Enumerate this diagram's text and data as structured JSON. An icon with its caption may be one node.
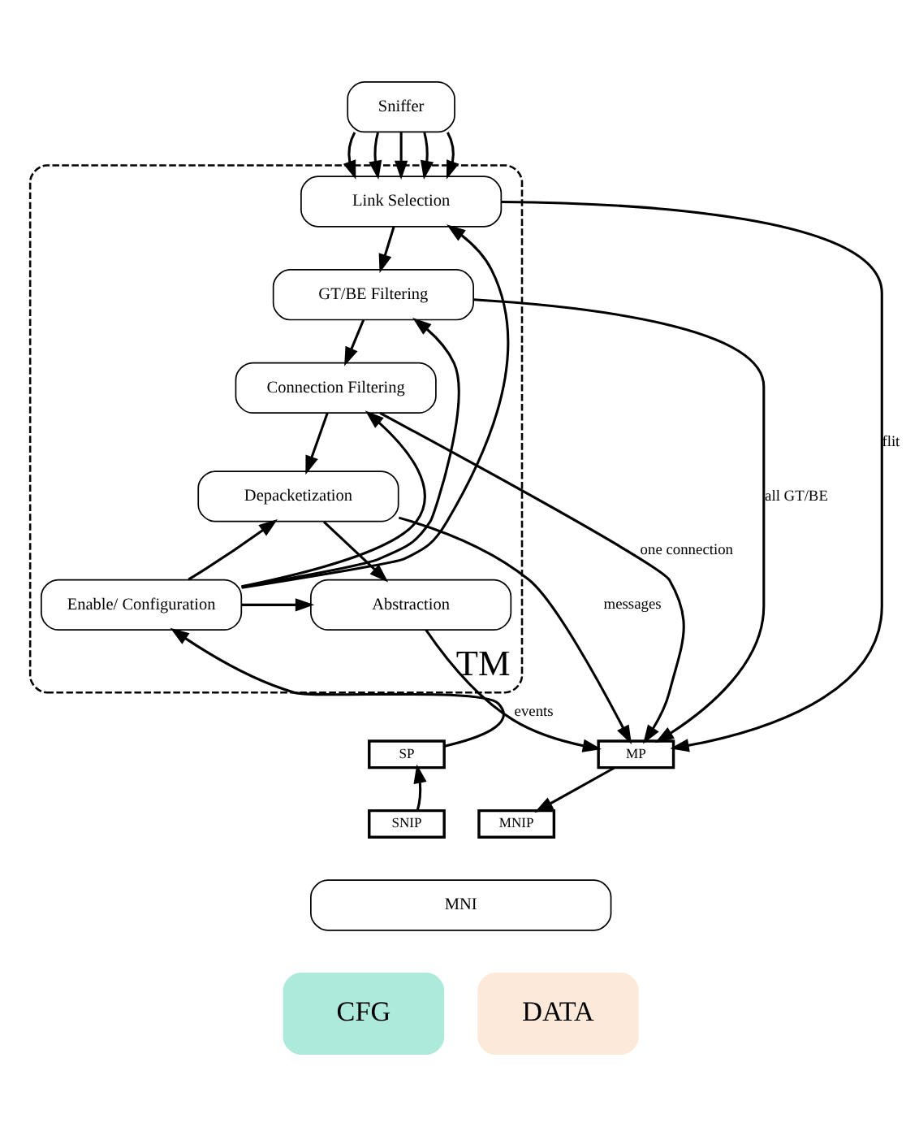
{
  "diagram": {
    "nodes": [
      {
        "text": [
          "Sniffer"
        ]
      },
      {
        "text": [
          "TM"
        ]
      },
      {
        "text": [
          "Link Selection"
        ],
        "in": 1
      },
      {
        "text": [
          "GT/BE Filtering"
        ],
        "in": 1
      },
      {
        "text": [
          "Connection Filtering"
        ],
        "in": 1
      },
      {
        "text": [
          "Depacketization"
        ],
        "in": 1
      },
      {
        "text": [
          "Enable/ Configuration"
        ],
        "in": 1
      },
      {
        "text": [
          "Abstraction"
        ],
        "in": 1
      },
      {
        "text": [
          "SP"
        ]
      },
      {
        "text": [
          "MP"
        ]
      },
      {
        "text": [
          "SNIP"
        ]
      },
      {
        "text": [
          "MNIP"
        ]
      },
      {
        "text": [
          "MNI"
        ]
      },
      {
        "text": [
          "CFG"
        ]
      },
      {
        "text": [
          "DATA"
        ]
      }
    ],
    "edges": [
      {
        "from": 0,
        "to": 2,
        "arrow": "to"
      },
      {
        "from": 0,
        "to": 2,
        "arrow": "to"
      },
      {
        "from": 0,
        "to": 2,
        "arrow": "to"
      },
      {
        "from": 0,
        "to": 2,
        "arrow": "to"
      },
      {
        "from": 0,
        "to": 2,
        "arrow": "to"
      },
      {
        "from": 6,
        "to": 2,
        "arrow": "to"
      },
      {
        "from": 6,
        "to": 3,
        "arrow": "to"
      },
      {
        "from": 6,
        "to": 4,
        "arrow": "to"
      },
      {
        "from": 6,
        "to": 5,
        "arrow": "to"
      },
      {
        "from": 6,
        "to": 7,
        "arrow": "to"
      },
      {
        "from": 2,
        "to": 3,
        "arrow": "to"
      },
      {
        "from": 3,
        "to": 4,
        "arrow": "to"
      },
      {
        "from": 4,
        "to": 5,
        "arrow": "to"
      },
      {
        "from": 5,
        "to": 7,
        "arrow": "to"
      },
      {
        "from": 2,
        "to": 9,
        "arrow": "to",
        "label": "flit"
      },
      {
        "from": 3,
        "to": 9,
        "arrow": "to",
        "label": "all GT/BE"
      },
      {
        "from": 4,
        "to": 9,
        "arrow": "to",
        "label": "one connection"
      },
      {
        "from": 5,
        "to": 9,
        "arrow": "to",
        "label": "messages"
      },
      {
        "from": 7,
        "to": 9,
        "arrow": "to",
        "label": "events"
      },
      {
        "from": 8,
        "to": 6,
        "arrow": "to"
      },
      {
        "from": 10,
        "to": 8,
        "arrow": "to"
      },
      {
        "from": 9,
        "to": 11,
        "arrow": "to"
      }
    ]
  }
}
